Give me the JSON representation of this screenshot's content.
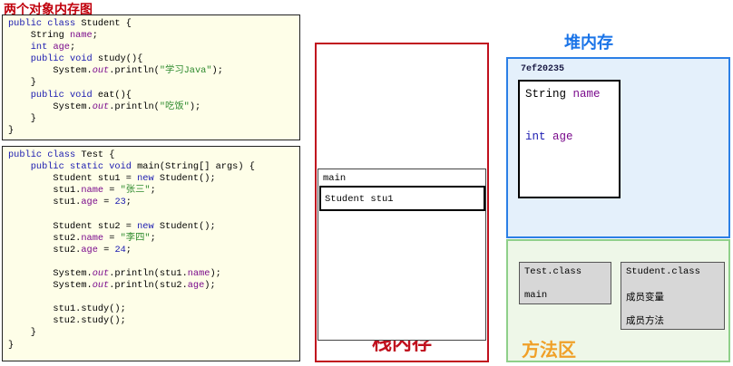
{
  "title": "两个对象内存图",
  "student_code": [
    [
      {
        "t": "public class ",
        "c": "kw"
      },
      {
        "t": "Student {",
        "c": ""
      }
    ],
    [
      {
        "t": "    String ",
        "c": ""
      },
      {
        "t": "name",
        "c": "fld"
      },
      {
        "t": ";",
        "c": ""
      }
    ],
    [
      {
        "t": "    int ",
        "c": "kw"
      },
      {
        "t": "age",
        "c": "fld"
      },
      {
        "t": ";",
        "c": ""
      }
    ],
    [
      {
        "t": "    public void ",
        "c": "kw"
      },
      {
        "t": "study(){",
        "c": ""
      }
    ],
    [
      {
        "t": "        System.",
        "c": ""
      },
      {
        "t": "out",
        "c": "itl"
      },
      {
        "t": ".println(",
        "c": ""
      },
      {
        "t": "\"学习Java\"",
        "c": "str"
      },
      {
        "t": ");",
        "c": ""
      }
    ],
    [
      {
        "t": "    }",
        "c": ""
      }
    ],
    [
      {
        "t": "    public void ",
        "c": "kw"
      },
      {
        "t": "eat(){",
        "c": ""
      }
    ],
    [
      {
        "t": "        System.",
        "c": ""
      },
      {
        "t": "out",
        "c": "itl"
      },
      {
        "t": ".println(",
        "c": ""
      },
      {
        "t": "\"吃饭\"",
        "c": "str"
      },
      {
        "t": ");",
        "c": ""
      }
    ],
    [
      {
        "t": "    }",
        "c": ""
      }
    ],
    [
      {
        "t": "}",
        "c": ""
      }
    ]
  ],
  "test_code": [
    [
      {
        "t": "public class ",
        "c": "kw"
      },
      {
        "t": "Test {",
        "c": ""
      }
    ],
    [
      {
        "t": "    public static void ",
        "c": "kw"
      },
      {
        "t": "main(String[] args) {",
        "c": ""
      }
    ],
    [
      {
        "t": "        Student stu1 = ",
        "c": ""
      },
      {
        "t": "new ",
        "c": "kw"
      },
      {
        "t": "Student();",
        "c": ""
      }
    ],
    [
      {
        "t": "        stu1.",
        "c": ""
      },
      {
        "t": "name",
        "c": "fld"
      },
      {
        "t": " = ",
        "c": ""
      },
      {
        "t": "\"张三\"",
        "c": "str"
      },
      {
        "t": ";",
        "c": ""
      }
    ],
    [
      {
        "t": "        stu1.",
        "c": ""
      },
      {
        "t": "age",
        "c": "fld"
      },
      {
        "t": " = ",
        "c": ""
      },
      {
        "t": "23",
        "c": "kw"
      },
      {
        "t": ";",
        "c": ""
      }
    ],
    [
      {
        "t": "",
        "c": ""
      }
    ],
    [
      {
        "t": "        Student stu2 = ",
        "c": ""
      },
      {
        "t": "new ",
        "c": "kw"
      },
      {
        "t": "Student();",
        "c": ""
      }
    ],
    [
      {
        "t": "        stu2.",
        "c": ""
      },
      {
        "t": "name",
        "c": "fld"
      },
      {
        "t": " = ",
        "c": ""
      },
      {
        "t": "\"李四\"",
        "c": "str"
      },
      {
        "t": ";",
        "c": ""
      }
    ],
    [
      {
        "t": "        stu2.",
        "c": ""
      },
      {
        "t": "age",
        "c": "fld"
      },
      {
        "t": " = ",
        "c": ""
      },
      {
        "t": "24",
        "c": "kw"
      },
      {
        "t": ";",
        "c": ""
      }
    ],
    [
      {
        "t": "",
        "c": ""
      }
    ],
    [
      {
        "t": "        System.",
        "c": ""
      },
      {
        "t": "out",
        "c": "itl"
      },
      {
        "t": ".println(stu1.",
        "c": ""
      },
      {
        "t": "name",
        "c": "fld"
      },
      {
        "t": ");",
        "c": ""
      }
    ],
    [
      {
        "t": "        System.",
        "c": ""
      },
      {
        "t": "out",
        "c": "itl"
      },
      {
        "t": ".println(stu2.",
        "c": ""
      },
      {
        "t": "age",
        "c": "fld"
      },
      {
        "t": ");",
        "c": ""
      }
    ],
    [
      {
        "t": "",
        "c": ""
      }
    ],
    [
      {
        "t": "        stu1.study();",
        "c": ""
      }
    ],
    [
      {
        "t": "        stu2.study();",
        "c": ""
      }
    ],
    [
      {
        "t": "    }",
        "c": ""
      }
    ],
    [
      {
        "t": "}",
        "c": ""
      }
    ]
  ],
  "stack": {
    "label": "栈内存",
    "frame_name": "main",
    "frame_var": "Student stu1"
  },
  "heap": {
    "title": "堆内存",
    "address": "7ef20235",
    "field1_type": "String ",
    "field1_name": "name",
    "field2_type": "int ",
    "field2_name": "age"
  },
  "method_area": {
    "label": "方法区",
    "test_class": {
      "name": "Test.class",
      "member": "main"
    },
    "student_class": {
      "name": "Student.class",
      "member1": "成员变量",
      "member2": "成员方法"
    }
  },
  "colors": {
    "stack_border": "#c0101e",
    "heap_border": "#2b7fe6",
    "method_border": "#8fd08a",
    "method_label": "#f0a028"
  }
}
